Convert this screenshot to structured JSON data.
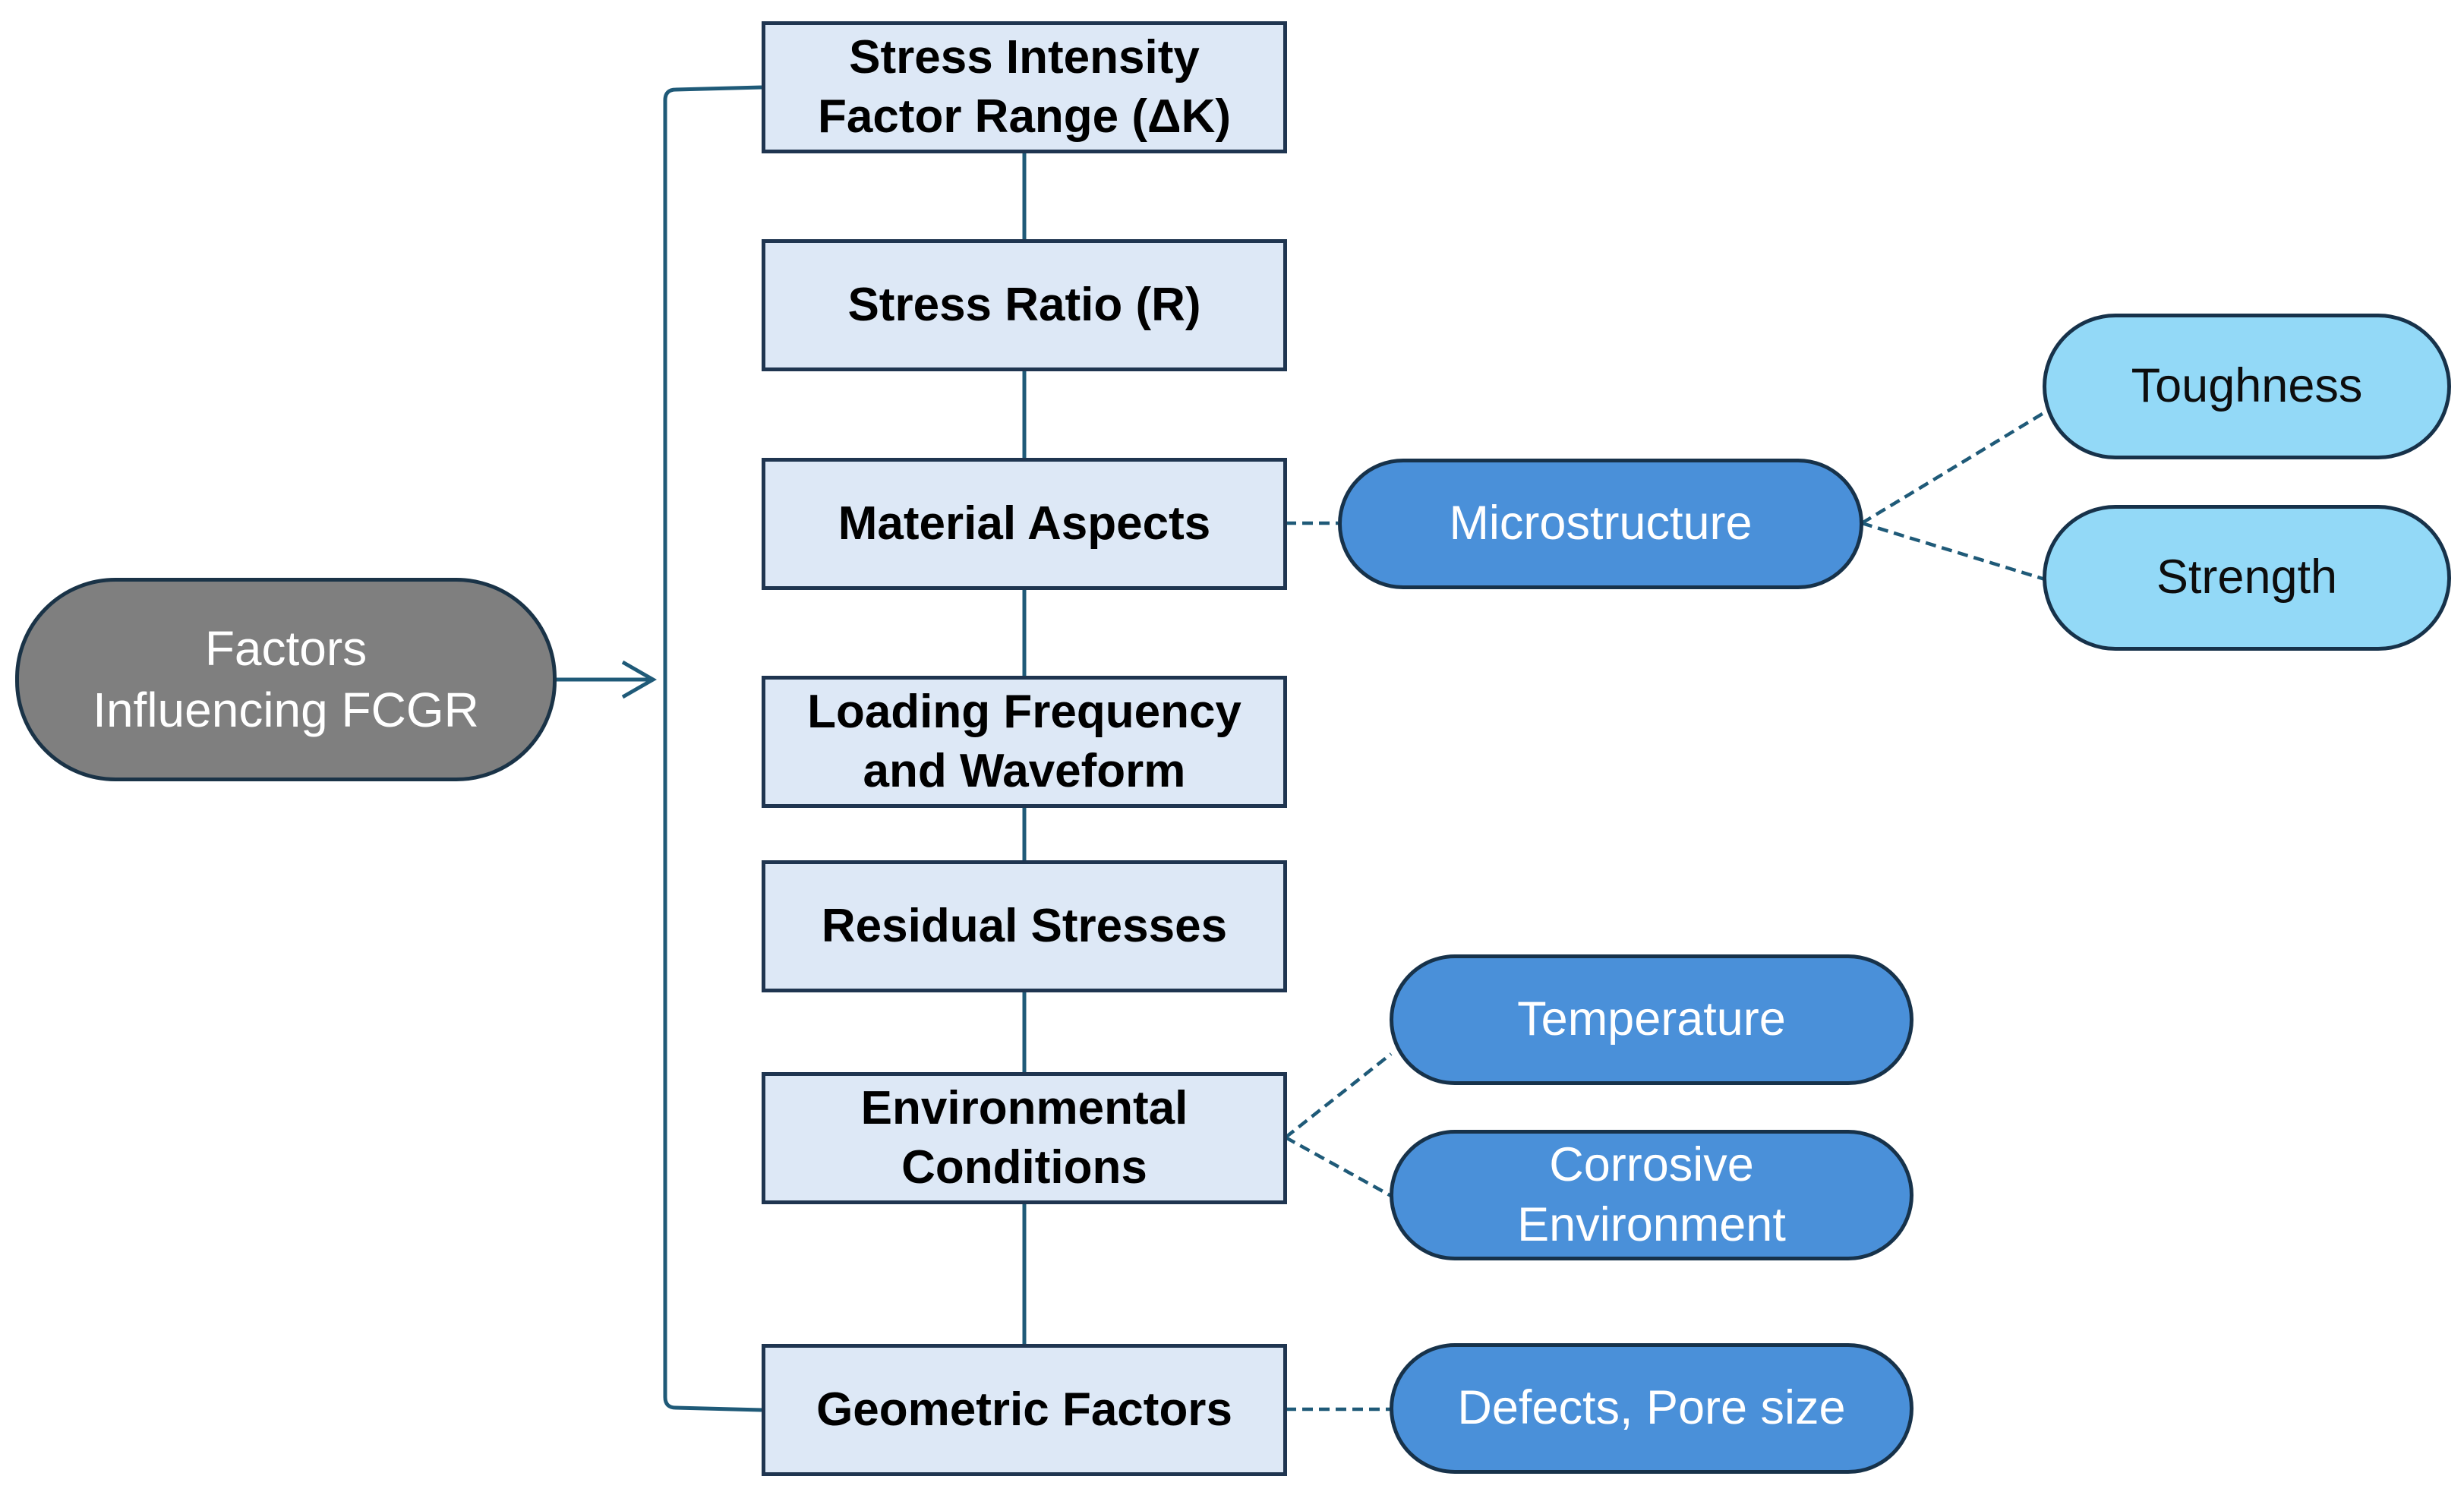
{
  "root": {
    "label_line1": "Factors",
    "label_line2": "Influencing FCGR"
  },
  "factors": [
    {
      "line1": "Stress Intensity",
      "line2": "Factor Range (ΔK)"
    },
    {
      "line1": "Stress Ratio (R)"
    },
    {
      "line1": "Material Aspects"
    },
    {
      "line1": "Loading Frequency",
      "line2": "and Waveform"
    },
    {
      "line1": "Residual Stresses"
    },
    {
      "line1": "Environmental",
      "line2": "Conditions"
    },
    {
      "line1": "Geometric Factors"
    }
  ],
  "subfactors": {
    "microstructure": "Microstructure",
    "toughness": "Toughness",
    "strength": "Strength",
    "temperature": "Temperature",
    "corrosive_line1": "Corrosive",
    "corrosive_line2": "Environment",
    "defects": "Defects, Pore size"
  },
  "colors": {
    "connector": "#1f5a78",
    "box_fill": "#dde8f6",
    "root_fill": "#7f7f7f",
    "pill_dark_fill": "#4a90d9",
    "pill_light_fill": "#93d9f7",
    "outline": "#1f3550"
  }
}
